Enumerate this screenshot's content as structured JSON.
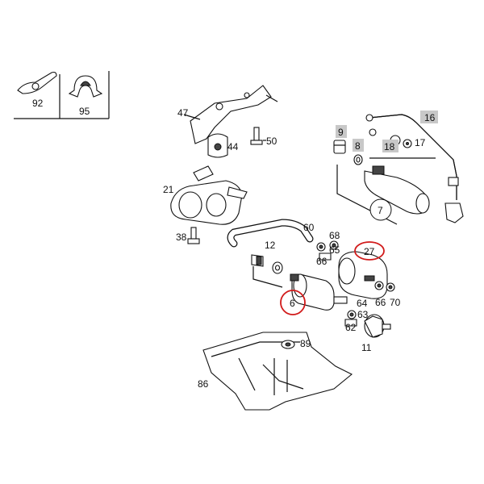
{
  "legend_box": {
    "left_label": "92",
    "right_label": "95"
  },
  "callouts": {
    "c47": "47",
    "c50": "50",
    "c44": "44",
    "c21": "21",
    "c38": "38",
    "c9": "9",
    "c8": "8",
    "c16": "16",
    "c18": "18",
    "c17": "17",
    "c7": "7",
    "c60": "60",
    "c12": "12",
    "c68": "68",
    "c65": "65",
    "c66a": "66",
    "c27": "27",
    "c6": "6",
    "c64": "64",
    "c66b": "66",
    "c70": "70",
    "c63": "63",
    "c62": "62",
    "c11": "11",
    "c89": "89",
    "c86": "86"
  },
  "colors": {
    "highlight_circle": "#d11a1a",
    "tag_background": "#c8c8c8"
  }
}
